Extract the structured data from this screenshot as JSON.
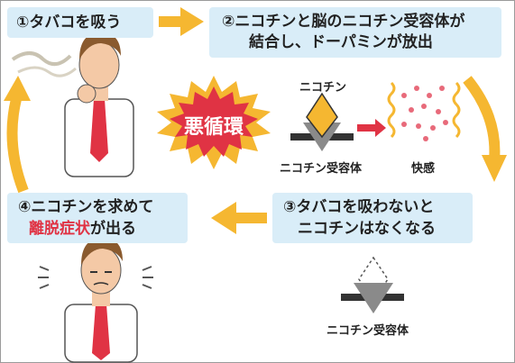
{
  "step1": {
    "text": "①タバコを吸う"
  },
  "step2": {
    "line1": "②ニコチンと脳のニコチン受容体が",
    "line2": "結合し、ドーパミンが放出"
  },
  "step3": {
    "line1": "③タバコを吸わないと",
    "line2": "ニコチンはなくなる"
  },
  "step4": {
    "line1": "④ニコチンを求めて",
    "line2_red": "離脱症状",
    "line2_rest": "が出る"
  },
  "center": {
    "label": "悪循環"
  },
  "diagram_top": {
    "nicotine_label": "ニコチン",
    "receptor_label": "ニコチン受容体",
    "pleasure_label": "快感"
  },
  "diagram_bottom": {
    "receptor_label": "ニコチン受容体"
  },
  "colors": {
    "box_bg": "#d9edf8",
    "arrow": "#f5b731",
    "burst": "#f5b731",
    "burst_inner": "#e03344",
    "accent_red": "#e03344",
    "nicotine": "#f5b731",
    "receptor": "#333333"
  }
}
